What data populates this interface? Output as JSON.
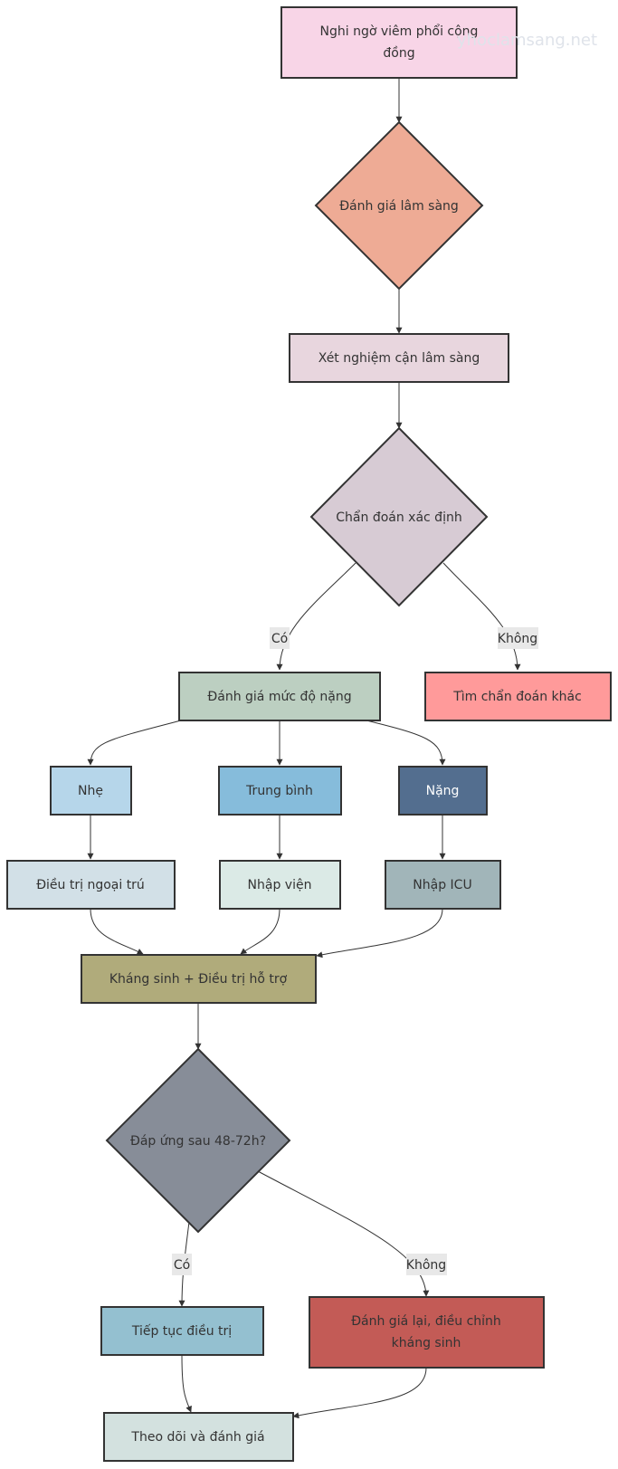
{
  "watermark": "yhoclamsang.net",
  "colors": {
    "suspect": "#f8d5e7",
    "clinical": "#eeab95",
    "lab": "#e8d6de",
    "diagnosis": "#d7cbd4",
    "severity": "#bccfc1",
    "other": "#ff9a9a",
    "mild": "#b6d6ea",
    "moderate": "#86bcdb",
    "severe": "#536e8f",
    "outpatient": "#d2e0e7",
    "admit": "#dbeae6",
    "icu": "#a1b5b9",
    "antibiotics": "#b0ab7b",
    "response": "#878d98",
    "continue": "#94c0d0",
    "reassess": "#c35b56",
    "monitor": "#d3e1df"
  },
  "nodes": {
    "suspect": [
      "Nghi ngờ viêm phổi cộng",
      "đồng"
    ],
    "clinical": "Đánh giá lâm sàng",
    "lab": "Xét nghiệm cận lâm sàng",
    "diagnosis": "Chẩn đoán xác định",
    "severity": "Đánh giá mức độ nặng",
    "other": "Tìm chẩn đoán khác",
    "mild": "Nhẹ",
    "moderate": "Trung bình",
    "severe": "Nặng",
    "outpatient": "Điều trị ngoại trú",
    "admit": "Nhập viện",
    "icu": "Nhập ICU",
    "antibiotics": "Kháng sinh + Điều trị hỗ trợ",
    "response": "Đáp ứng sau 48-72h?",
    "continue": "Tiếp tục điều trị",
    "reassess": [
      "Đánh giá lại, điều chỉnh",
      "kháng sinh"
    ],
    "monitor": "Theo dõi và đánh giá"
  },
  "edge_labels": {
    "diag_yes": "Có",
    "diag_no": "Không",
    "resp_yes": "Có",
    "resp_no": "Không"
  }
}
